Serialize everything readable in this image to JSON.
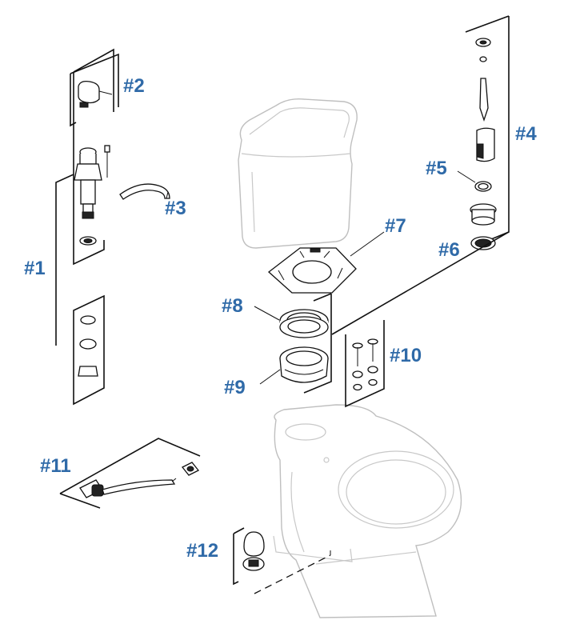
{
  "labels": {
    "p1": "#1",
    "p2": "#2",
    "p3": "#3",
    "p4": "#4",
    "p5": "#5",
    "p6": "#6",
    "p7": "#7",
    "p8": "#8",
    "p9": "#9",
    "p10": "#10",
    "p11": "#11",
    "p12": "#12"
  },
  "colors": {
    "label": "#2f6aa8",
    "line": "#111111",
    "ghost_outline": "#bfbfbf"
  }
}
